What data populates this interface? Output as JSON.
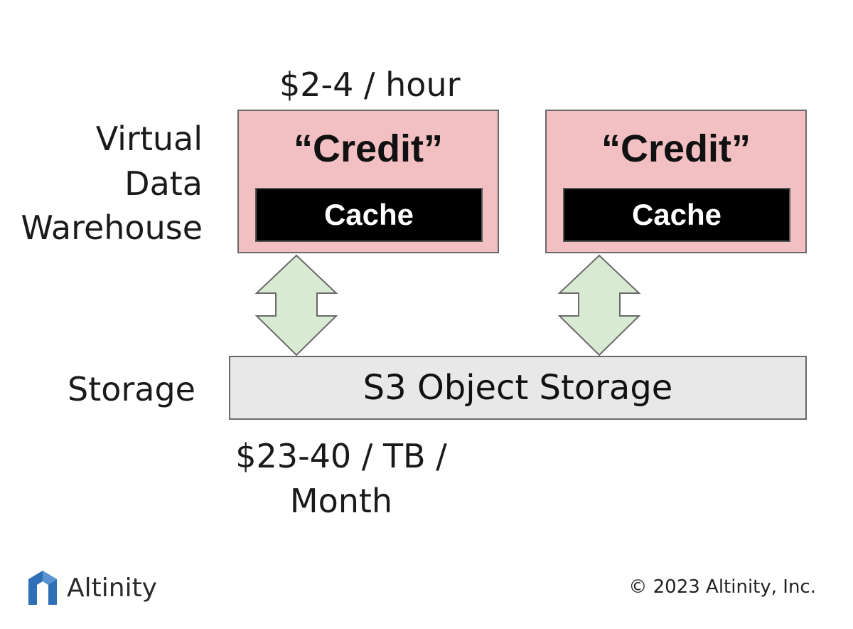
{
  "labels": {
    "virtual_data_warehouse": [
      "Virtual",
      "Data",
      "Warehouse"
    ],
    "storage": "Storage"
  },
  "pricing": {
    "compute": "$2-4 / hour",
    "storage_lines": [
      "$23-40 / TB /",
      "Month"
    ]
  },
  "warehouses": [
    {
      "title": "“Credit”",
      "cache": "Cache"
    },
    {
      "title": "“Credit”",
      "cache": "Cache"
    }
  ],
  "storage_box": {
    "label": "S3 Object Storage"
  },
  "footer": {
    "logo_text": "Altinity",
    "copyright": "© 2023 Altinity, Inc."
  },
  "colors": {
    "warehouse_fill": "#f2c0c2",
    "cache_fill": "#000000",
    "storage_fill": "#e8e8e8",
    "arrow_fill": "#d9ead3",
    "logo_blue": "#2f6fb5"
  },
  "icons": {
    "arrows": "double-headed-vertical-arrow",
    "logo": "altinity-logo-icon"
  }
}
